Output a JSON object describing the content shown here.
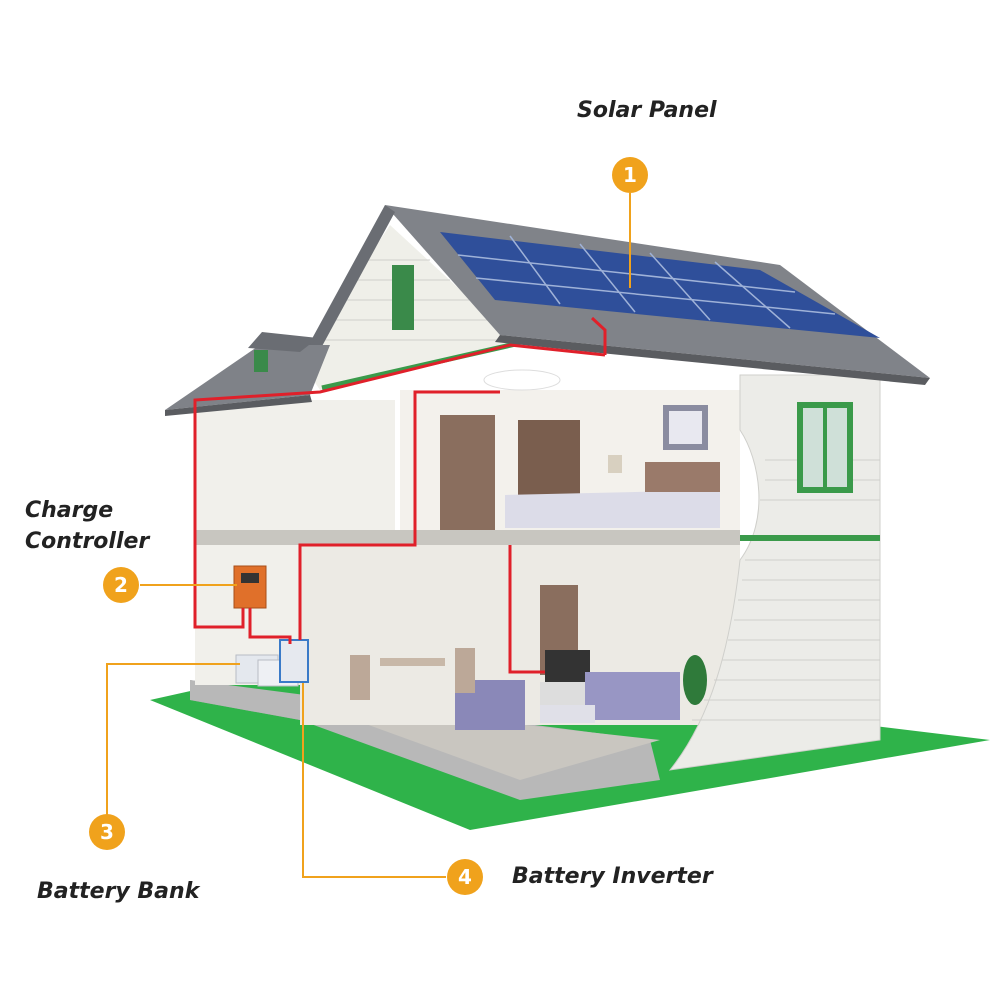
{
  "colors": {
    "badge": "#f0a21c",
    "leader": "#f0a21c",
    "wire": "#e0202a",
    "roof": "#7b7e85",
    "panel": "#2f4f9a",
    "wall": "#eeeeea",
    "lawn": "#2fb34a",
    "trim": "#3a9a4a"
  },
  "components": [
    {
      "number": "1",
      "label": "Solar Panel",
      "icon": "solar-panel"
    },
    {
      "number": "2",
      "label": "Charge Controller",
      "label_line1": "Charge",
      "label_line2": "Controller",
      "icon": "charge-controller"
    },
    {
      "number": "3",
      "label": "Battery Bank",
      "icon": "battery-bank"
    },
    {
      "number": "4",
      "label": "Battery Inverter",
      "icon": "battery-inverter"
    }
  ]
}
